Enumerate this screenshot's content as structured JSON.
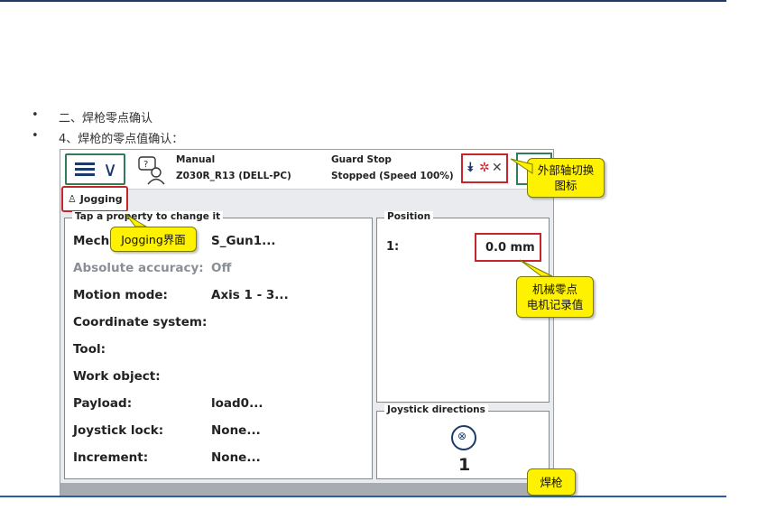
{
  "bullets": [
    {
      "dot": "•",
      "text": "二、焊枪零点确认"
    },
    {
      "dot": "•",
      "text": "4、焊枪的零点值确认："
    }
  ],
  "topbar": {
    "mode": "Manual",
    "system": "Z030R_R13 (DELL-PC)",
    "guard": "Guard Stop",
    "state": "Stopped (Speed 100%)"
  },
  "tab": {
    "label": "Jogging"
  },
  "properties": {
    "title": "Tap a property to change it",
    "rows": [
      {
        "label": "Mechanical unit:",
        "value": "S_Gun1..."
      },
      {
        "label": "Absolute accuracy:",
        "value": "Off"
      },
      {
        "label": "Motion mode:",
        "value": "Axis 1 - 3..."
      },
      {
        "label": "Coordinate system:",
        "value": ""
      },
      {
        "label": "Tool:",
        "value": ""
      },
      {
        "label": "Work object:",
        "value": ""
      },
      {
        "label": "Payload:",
        "value": "load0..."
      },
      {
        "label": "Joystick lock:",
        "value": "None..."
      },
      {
        "label": "Increment:",
        "value": "None..."
      }
    ]
  },
  "position": {
    "title": "Position",
    "axis": "1:",
    "value": "0.0  mm"
  },
  "joystick": {
    "title": "Joystick directions",
    "number": "1"
  },
  "callouts": {
    "jogging": "Jogging界面",
    "axis_switch": [
      "外部轴切换",
      "图标"
    ],
    "record": [
      "机械零点",
      "电机记录值"
    ],
    "gun": "焊枪"
  },
  "colors": {
    "highlight_red": "#c8242b",
    "callout_yellow": "#fff200",
    "frame_green": "#2e7d5b",
    "dark_blue": "#1b3a6b"
  },
  "icons": {
    "menu": "hamburger-menu-icon",
    "ops": "operator-window-icon",
    "quickset": "external-axis-switch-icon",
    "joystick": "joystick-direction-icon"
  }
}
